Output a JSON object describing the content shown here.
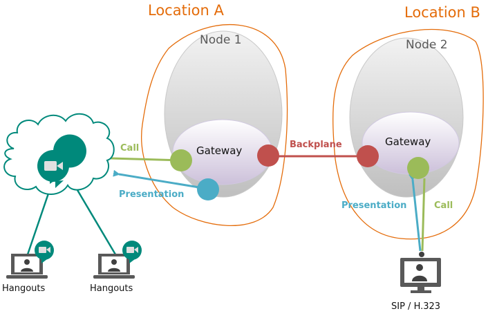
{
  "locations": [
    {
      "label": "Location A"
    },
    {
      "label": "Location B"
    }
  ],
  "nodes": [
    {
      "label": "Node 1",
      "gateway": "Gateway"
    },
    {
      "label": "Node 2",
      "gateway": "Gateway"
    }
  ],
  "links": {
    "call_a": "Call",
    "presentation_a": "Presentation",
    "backplane": "Backplane",
    "presentation_b": "Presentation",
    "call_b": "Call"
  },
  "endpoints": {
    "hangouts_1": "Hangouts",
    "hangouts_2": "Hangouts",
    "sip": "SIP / H.323"
  },
  "colors": {
    "location_outline": "#e46c0a",
    "call": "#9bbb59",
    "presentation": "#4bacc6",
    "backplane": "#c0504d",
    "hangouts": "#00897b"
  }
}
